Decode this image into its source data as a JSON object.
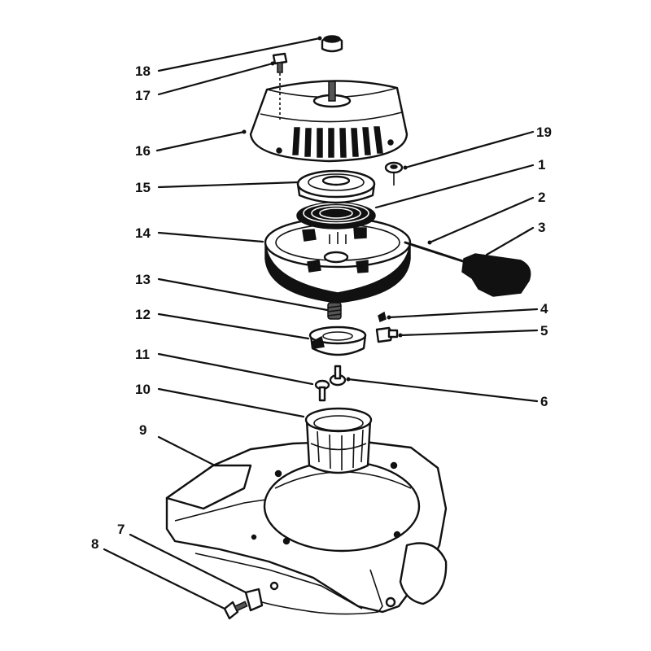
{
  "callouts": [
    {
      "id": "18",
      "label": "18"
    },
    {
      "id": "17",
      "label": "17"
    },
    {
      "id": "16",
      "label": "16"
    },
    {
      "id": "19",
      "label": "19"
    },
    {
      "id": "1",
      "label": "1"
    },
    {
      "id": "15",
      "label": "15"
    },
    {
      "id": "2",
      "label": "2"
    },
    {
      "id": "14",
      "label": "14"
    },
    {
      "id": "3",
      "label": "3"
    },
    {
      "id": "13",
      "label": "13"
    },
    {
      "id": "4",
      "label": "4"
    },
    {
      "id": "12",
      "label": "12"
    },
    {
      "id": "5",
      "label": "5"
    },
    {
      "id": "11",
      "label": "11"
    },
    {
      "id": "6",
      "label": "6"
    },
    {
      "id": "10",
      "label": "10"
    },
    {
      "id": "9",
      "label": "9"
    },
    {
      "id": "7",
      "label": "7"
    },
    {
      "id": "8",
      "label": "8"
    }
  ],
  "colors": {
    "ink": "#111111",
    "paper": "#ffffff"
  }
}
